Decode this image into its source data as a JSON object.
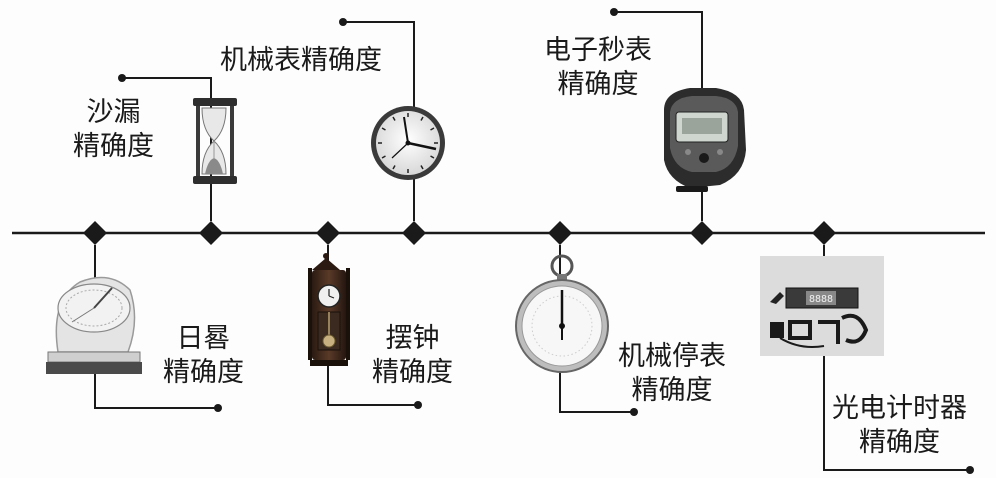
{
  "labels": {
    "sundial": {
      "line1": "日晷",
      "line2": "精确度"
    },
    "hourglass": {
      "line1": "沙漏",
      "line2": "精确度"
    },
    "pendulum": {
      "line1": "摆钟",
      "line2": "精确度"
    },
    "mechanical_watch": {
      "line1": "机械表精确度"
    },
    "stopwatch": {
      "line1": "机械停表",
      "line2": "精确度"
    },
    "electronic_stopwatch": {
      "line1": "电子秒表",
      "line2": "精确度"
    },
    "photogate_timer": {
      "line1": "光电计时器",
      "line2": "精确度"
    }
  },
  "timer_display": "8888",
  "icons": [
    "sundial-icon",
    "hourglass-icon",
    "pendulum-clock-icon",
    "wall-clock-icon",
    "mechanical-stopwatch-icon",
    "digital-stopwatch-icon",
    "photogate-timer-icon"
  ]
}
